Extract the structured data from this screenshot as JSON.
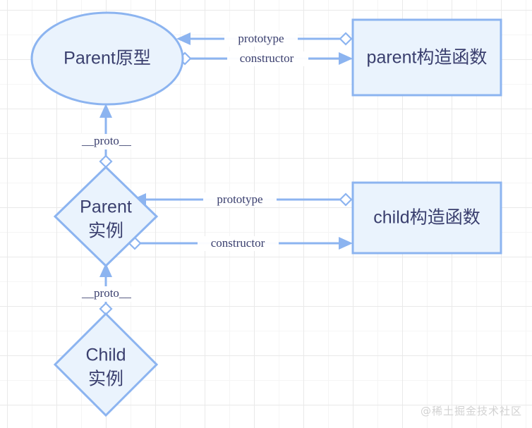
{
  "diagram": {
    "title": "JavaScript prototype chain diagram",
    "colors": {
      "node_fill": "#eaf3fd",
      "node_stroke": "#8cb4f0",
      "edge": "#8cb4f0",
      "label_text": "#3a3f6e",
      "grid_major": "#e9e9e9",
      "grid_minor": "#f5f5f5",
      "watermark": "#d2d2d2",
      "background": "#ffffff"
    },
    "nodes": [
      {
        "id": "parent-prototype",
        "shape": "ellipse",
        "label": "Parent原型",
        "lines": [
          "Parent原型"
        ]
      },
      {
        "id": "parent-constructor",
        "shape": "rectangle",
        "label": "parent构造函数",
        "lines": [
          "parent构造函数"
        ]
      },
      {
        "id": "parent-instance",
        "shape": "diamond",
        "label": "Parent 实例",
        "lines": [
          "Parent",
          "实例"
        ]
      },
      {
        "id": "child-constructor",
        "shape": "rectangle",
        "label": "child构造函数",
        "lines": [
          "child构造函数"
        ]
      },
      {
        "id": "child-instance",
        "shape": "diamond",
        "label": "Child 实例",
        "lines": [
          "Child",
          "实例"
        ]
      }
    ],
    "edges": [
      {
        "id": "e1",
        "label": "prototype",
        "from": "parent-constructor",
        "to": "parent-prototype",
        "arrow": "left"
      },
      {
        "id": "e2",
        "label": "constructor",
        "from": "parent-prototype",
        "to": "parent-constructor",
        "arrow": "right"
      },
      {
        "id": "e3",
        "label": "__proto__",
        "from": "parent-instance",
        "to": "parent-prototype",
        "arrow": "up"
      },
      {
        "id": "e4",
        "label": "prototype",
        "from": "child-constructor",
        "to": "parent-instance",
        "arrow": "left"
      },
      {
        "id": "e5",
        "label": "constructor",
        "from": "parent-instance",
        "to": "child-constructor",
        "arrow": "right"
      },
      {
        "id": "e6",
        "label": "__proto__",
        "from": "child-instance",
        "to": "parent-instance",
        "arrow": "up"
      }
    ]
  },
  "watermark": {
    "text": "@稀土掘金技术社区"
  }
}
